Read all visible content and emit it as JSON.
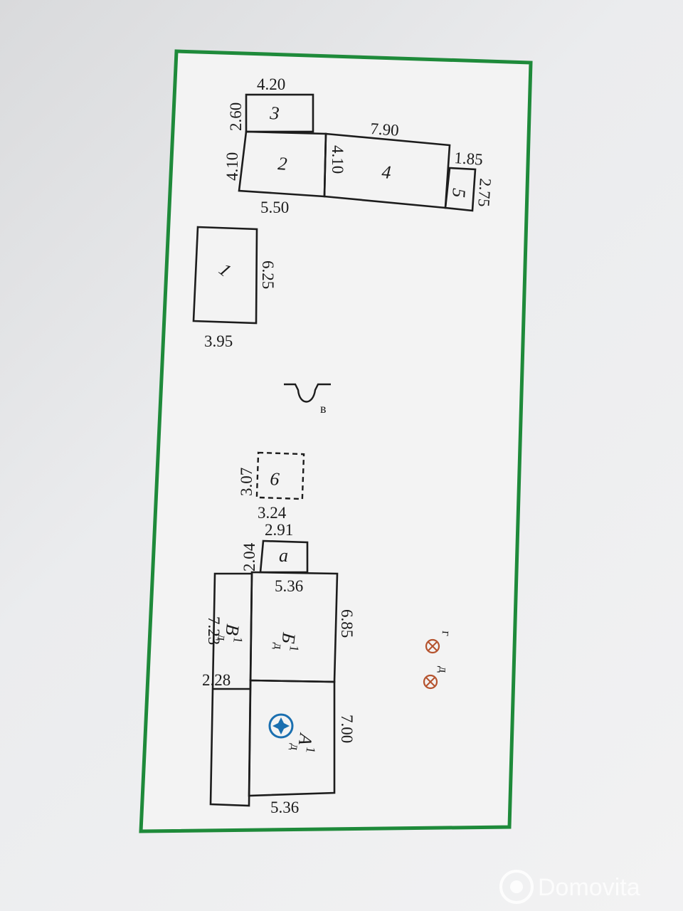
{
  "plan": {
    "border_color": "#1e8a3a",
    "buildings": {
      "b1": {
        "label": "1",
        "dims": [
          "6.25",
          "3.95"
        ]
      },
      "b2": {
        "label": "2",
        "dims": [
          "4.10",
          "5.50",
          "4.10"
        ]
      },
      "b3": {
        "label": "3",
        "dims": [
          "4.20",
          "2.60"
        ]
      },
      "b4": {
        "label": "4",
        "dims": [
          "7.90"
        ]
      },
      "b5": {
        "label": "5",
        "dims": [
          "1.85",
          "2.75"
        ]
      },
      "b6": {
        "label": "6",
        "dims": [
          "3.07",
          "3.24"
        ]
      },
      "a": {
        "label": "а",
        "dims": [
          "2.91",
          "2.04"
        ]
      },
      "B1": {
        "label": "Б",
        "sup": "1",
        "sub": "д",
        "dims": [
          "5.36",
          "6.85"
        ]
      },
      "V1": {
        "label": "В",
        "sup": "1",
        "sub": "д",
        "dims": [
          "7.23",
          "2.28"
        ]
      },
      "A1": {
        "label": "А",
        "sup": "1",
        "sub": "д",
        "dims": [
          "7.00",
          "5.36"
        ]
      }
    },
    "well_label": "в",
    "points": [
      {
        "label": "г",
        "color": "#b5532e"
      },
      {
        "label": "д",
        "color": "#b5532e"
      }
    ],
    "marker_color": "#1a6fb0"
  },
  "watermark": {
    "text": "Domovita"
  }
}
